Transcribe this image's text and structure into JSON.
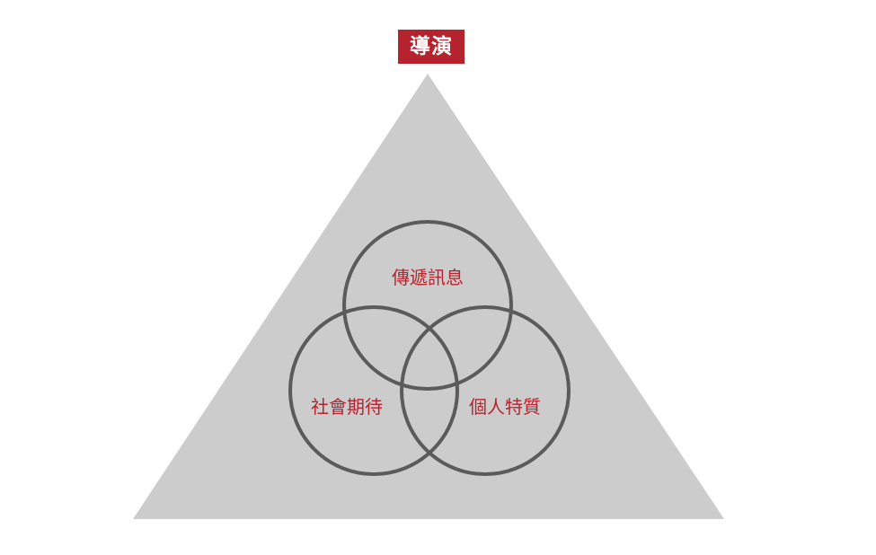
{
  "title": "導演",
  "circles": [
    {
      "label": "傳遞訊息"
    },
    {
      "label": "社會期待"
    },
    {
      "label": "個人特質"
    }
  ],
  "colors": {
    "triangle": "#cccccc",
    "circle_stroke": "#5b5b5b",
    "label_text": "#b5232f",
    "badge_bg": "#b5232f",
    "badge_text": "#ffffff"
  }
}
